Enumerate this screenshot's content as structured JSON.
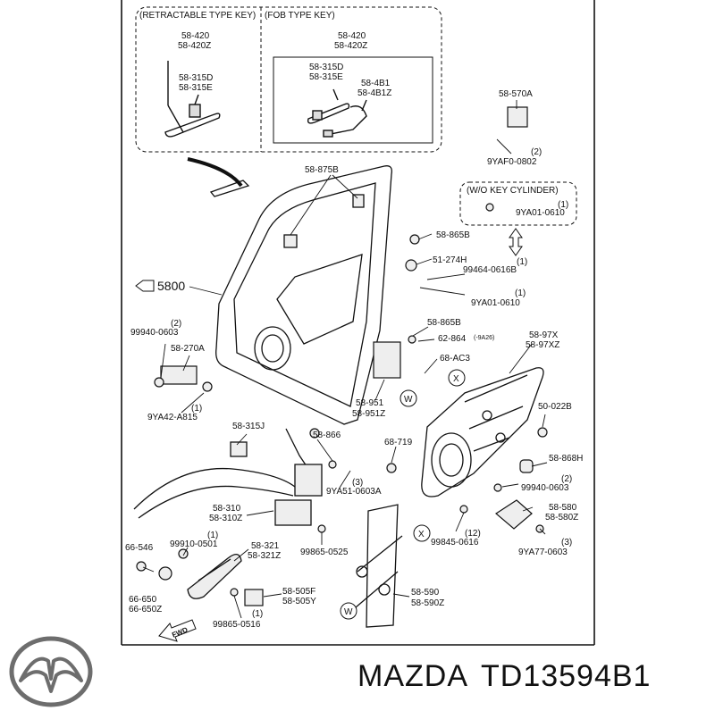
{
  "boxes": {
    "retractable_title": "(RETRACTABLE TYPE KEY)",
    "fob_title": "(FOB TYPE KEY)",
    "wo_key_cylinder": "(W/O KEY CYLINDER)"
  },
  "labels": [
    {
      "id": "p-58-420-a",
      "text": "58-420"
    },
    {
      "id": "p-58-420z-a",
      "text": "58-420Z"
    },
    {
      "id": "p-58-315d-a",
      "text": "58-315D"
    },
    {
      "id": "p-58-315e-a",
      "text": "58-315E"
    },
    {
      "id": "p-58-420-b",
      "text": "58-420"
    },
    {
      "id": "p-58-420z-b",
      "text": "58-420Z"
    },
    {
      "id": "p-58-315d-b",
      "text": "58-315D"
    },
    {
      "id": "p-58-315e-b",
      "text": "58-315E"
    },
    {
      "id": "p-58-4b1",
      "text": "58-4B1"
    },
    {
      "id": "p-58-4b1z",
      "text": "58-4B1Z"
    },
    {
      "id": "p-58-570a",
      "text": "58-570A"
    },
    {
      "id": "p-qty2-a",
      "text": "(2)"
    },
    {
      "id": "p-9yaf0",
      "text": "9YAF0-0802"
    },
    {
      "id": "p-qty1-a",
      "text": "(1)"
    },
    {
      "id": "p-9ya01-a",
      "text": "9YA01-0610"
    },
    {
      "id": "p-58-875b",
      "text": "58-875B"
    },
    {
      "id": "p-58-865b-a",
      "text": "58-865B"
    },
    {
      "id": "p-51-274h",
      "text": "51-274H"
    },
    {
      "id": "p-qty1-b",
      "text": "(1)"
    },
    {
      "id": "p-99464",
      "text": "99464-0616B"
    },
    {
      "id": "p-qty1-c",
      "text": "(1)"
    },
    {
      "id": "p-9ya01-b",
      "text": "9YA01-0610"
    },
    {
      "id": "p-5800",
      "text": "5800"
    },
    {
      "id": "p-qty2-b",
      "text": "(2)"
    },
    {
      "id": "p-99940-a",
      "text": "99940-0603"
    },
    {
      "id": "p-58-270a",
      "text": "58-270A"
    },
    {
      "id": "p-qty1-d",
      "text": "(1)"
    },
    {
      "id": "p-9ya42",
      "text": "9YA42-A815"
    },
    {
      "id": "p-58-865b-b",
      "text": "58-865B"
    },
    {
      "id": "p-62-864",
      "text": "62-864"
    },
    {
      "id": "p-9a26",
      "text": "(-9A26)"
    },
    {
      "id": "p-68-ac3",
      "text": "68-AC3"
    },
    {
      "id": "p-58-97x",
      "text": "58-97X"
    },
    {
      "id": "p-58-97xz",
      "text": "58-97XZ"
    },
    {
      "id": "p-x1",
      "text": "X"
    },
    {
      "id": "p-w1",
      "text": "W"
    },
    {
      "id": "p-58-951",
      "text": "58-951"
    },
    {
      "id": "p-58-951z",
      "text": "58-951Z"
    },
    {
      "id": "p-50-022b",
      "text": "50-022B"
    },
    {
      "id": "p-58-315j",
      "text": "58-315J"
    },
    {
      "id": "p-58-866",
      "text": "58-866"
    },
    {
      "id": "p-68-719",
      "text": "68-719"
    },
    {
      "id": "p-58-868h",
      "text": "58-868H"
    },
    {
      "id": "p-qty3-a",
      "text": "(3)"
    },
    {
      "id": "p-9ya51",
      "text": "9YA51-0603A"
    },
    {
      "id": "p-qty2-c",
      "text": "(2)"
    },
    {
      "id": "p-99940-b",
      "text": "99940-0603"
    },
    {
      "id": "p-58-310",
      "text": "58-310"
    },
    {
      "id": "p-58-310z",
      "text": "58-310Z"
    },
    {
      "id": "p-58-580",
      "text": "58-580"
    },
    {
      "id": "p-58-580z",
      "text": "58-580Z"
    },
    {
      "id": "p-66-546",
      "text": "66-546"
    },
    {
      "id": "p-qty1-e",
      "text": "(1)"
    },
    {
      "id": "p-99910",
      "text": "99910-0501"
    },
    {
      "id": "p-58-321",
      "text": "58-321"
    },
    {
      "id": "p-58-321z",
      "text": "58-321Z"
    },
    {
      "id": "p-99865-a",
      "text": "99865-0525"
    },
    {
      "id": "p-qty12",
      "text": "(12)"
    },
    {
      "id": "p-99845",
      "text": "99845-0616"
    },
    {
      "id": "p-x2",
      "text": "X"
    },
    {
      "id": "p-qty3-b",
      "text": "(3)"
    },
    {
      "id": "p-9ya77",
      "text": "9YA77-0603"
    },
    {
      "id": "p-66-650",
      "text": "66-650"
    },
    {
      "id": "p-66-650z",
      "text": "66-650Z"
    },
    {
      "id": "p-58-505f",
      "text": "58-505F"
    },
    {
      "id": "p-58-505y",
      "text": "58-505Y"
    },
    {
      "id": "p-qty1-f",
      "text": "(1)"
    },
    {
      "id": "p-99865-b",
      "text": "99865-0516"
    },
    {
      "id": "p-58-590",
      "text": "58-590"
    },
    {
      "id": "p-58-590z",
      "text": "58-590Z"
    },
    {
      "id": "p-w2",
      "text": "W"
    },
    {
      "id": "p-fwd",
      "text": "FWD"
    }
  ],
  "footer": {
    "brand": "MAZDA",
    "part_number": "TD13594B1"
  }
}
